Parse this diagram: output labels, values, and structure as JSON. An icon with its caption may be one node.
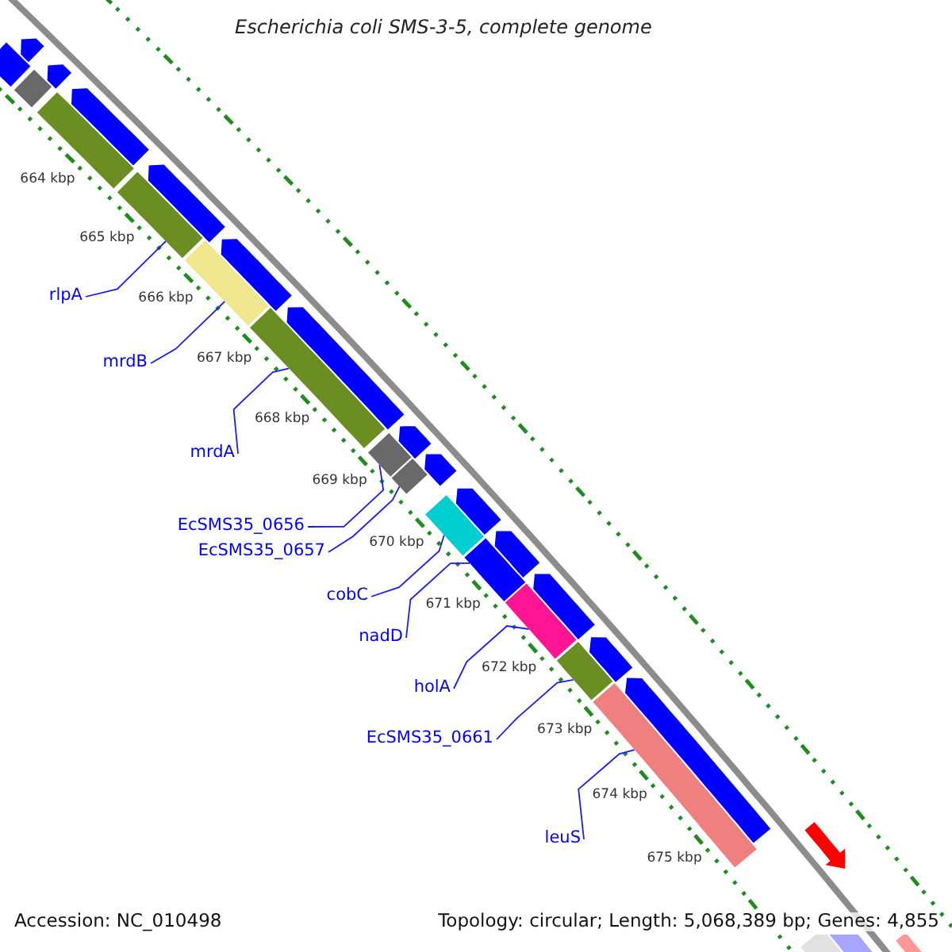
{
  "diagram": {
    "title": "Escherichia coli SMS-3-5, complete genome",
    "nodes": [
      {
        "text": [
          "rlpA"
        ]
      },
      {
        "text": [
          "mrdB"
        ]
      },
      {
        "text": [
          "mrdA"
        ]
      },
      {
        "text": [
          "EcSMS35_0656"
        ]
      },
      {
        "text": [
          "EcSMS35_0657"
        ]
      },
      {
        "text": [
          "cobC"
        ]
      },
      {
        "text": [
          "nadD"
        ]
      },
      {
        "text": [
          "holA"
        ]
      },
      {
        "text": [
          "EcSMS35_0661"
        ]
      },
      {
        "text": [
          "leuS"
        ]
      },
      {
        "text": [],
        "shape": "bar"
      },
      {
        "text": [],
        "shape": "bar"
      },
      {
        "text": [],
        "shape": "bar"
      },
      {
        "text": [],
        "shape": "bar"
      },
      {
        "text": [],
        "shape": "bar"
      },
      {
        "text": [],
        "shape": "bar"
      },
      {
        "text": [],
        "shape": "bar"
      },
      {
        "text": [],
        "shape": "bar"
      },
      {
        "text": [],
        "shape": "bar"
      },
      {
        "text": [],
        "shape": "bar"
      },
      {
        "text": [],
        "shape": "bar"
      },
      {
        "text": [],
        "shape": "bar"
      },
      {
        "text": [],
        "shape": "bar"
      },
      {
        "text": [],
        "shape": "bar"
      },
      {
        "text": [],
        "shape": "arrow"
      },
      {
        "text": [],
        "shape": "arrow"
      },
      {
        "text": [],
        "shape": "arrow"
      },
      {
        "text": [],
        "shape": "arrow"
      },
      {
        "text": [],
        "shape": "arrow"
      },
      {
        "text": [],
        "shape": "arrow"
      },
      {
        "text": [],
        "shape": "arrow"
      },
      {
        "text": [],
        "shape": "arrow"
      },
      {
        "text": [],
        "shape": "arrow"
      },
      {
        "text": [],
        "shape": "arrow"
      },
      {
        "text": [],
        "shape": "arrow"
      },
      {
        "text": [],
        "shape": "arrow"
      },
      {
        "text": [],
        "shape": "arrow"
      },
      {
        "text": [],
        "shape": "arrow"
      },
      {
        "text": [],
        "shape": "arrow"
      },
      {
        "text": [],
        "shape": "arrow"
      }
    ],
    "edges": [
      {
        "from": 0,
        "to": 13,
        "arrow": "none"
      },
      {
        "from": 1,
        "to": 14,
        "arrow": "none"
      },
      {
        "from": 2,
        "to": 15,
        "arrow": "none"
      },
      {
        "from": 3,
        "to": 16,
        "arrow": "none"
      },
      {
        "from": 4,
        "to": 17,
        "arrow": "none"
      },
      {
        "from": 5,
        "to": 18,
        "arrow": "none"
      },
      {
        "from": 6,
        "to": 19,
        "arrow": "none"
      },
      {
        "from": 7,
        "to": 20,
        "arrow": "none"
      },
      {
        "from": 8,
        "to": 21,
        "arrow": "none"
      },
      {
        "from": 9,
        "to": 22,
        "arrow": "none"
      }
    ],
    "labels": [
      "664 kbp",
      "665 kbp",
      "666 kbp",
      "667 kbp",
      "668 kbp",
      "669 kbp",
      "670 kbp",
      "671 kbp",
      "672 kbp",
      "673 kbp",
      "674 kbp",
      "675 kbp",
      "Accession: NC_010498",
      "Topology: circular; Length: 5,068,389 bp; Genes: 4,855"
    ]
  }
}
